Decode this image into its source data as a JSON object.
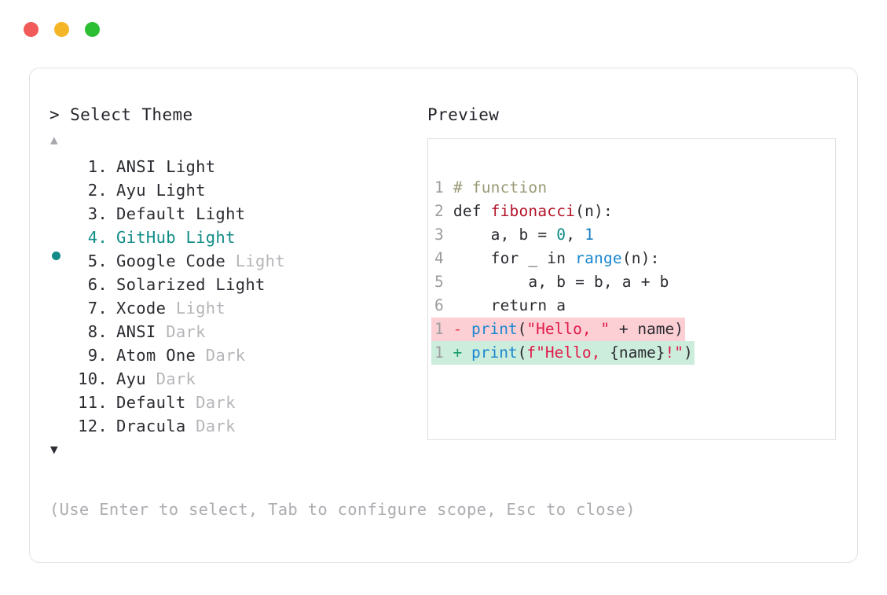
{
  "window": {
    "traffic_lights": [
      {
        "name": "close",
        "color": "#f05a58"
      },
      {
        "name": "minimize",
        "color": "#f4b526"
      },
      {
        "name": "maximize",
        "color": "#2cbe33"
      }
    ]
  },
  "left": {
    "prompt": "> Select Theme",
    "scroll_up_icon": "▲",
    "scroll_down_icon": "▼",
    "themes": [
      {
        "index": " 1.",
        "name": "ANSI",
        "suffix": " Light",
        "suffix_dim": false,
        "selected": false
      },
      {
        "index": " 2.",
        "name": "Ayu",
        "suffix": " Light",
        "suffix_dim": false,
        "selected": false
      },
      {
        "index": " 3.",
        "name": "Default",
        "suffix": " Light",
        "suffix_dim": false,
        "selected": false
      },
      {
        "index": " 4.",
        "name": "GitHub",
        "suffix": " Light",
        "suffix_dim": false,
        "selected": true
      },
      {
        "index": " 5.",
        "name": "Google Code",
        "suffix": " Light",
        "suffix_dim": true,
        "selected": false
      },
      {
        "index": " 6.",
        "name": "Solarized",
        "suffix": " Light",
        "suffix_dim": false,
        "selected": false
      },
      {
        "index": " 7.",
        "name": "Xcode",
        "suffix": " Light",
        "suffix_dim": true,
        "selected": false
      },
      {
        "index": " 8.",
        "name": "ANSI",
        "suffix": " Dark",
        "suffix_dim": true,
        "selected": false
      },
      {
        "index": " 9.",
        "name": "Atom One",
        "suffix": " Dark",
        "suffix_dim": true,
        "selected": false
      },
      {
        "index": "10.",
        "name": "Ayu",
        "suffix": " Dark",
        "suffix_dim": true,
        "selected": false
      },
      {
        "index": "11.",
        "name": "Default",
        "suffix": " Dark",
        "suffix_dim": true,
        "selected": false
      },
      {
        "index": "12.",
        "name": "Dracula",
        "suffix": " Dark",
        "suffix_dim": true,
        "selected": false
      }
    ]
  },
  "right": {
    "panel_title": "Preview",
    "code": {
      "lines": [
        {
          "no": "1",
          "text": "# function"
        },
        {
          "no": "2",
          "text": "def fibonacci(n):"
        },
        {
          "no": "3",
          "text": "    a, b = 0, 1"
        },
        {
          "no": "4",
          "text": "    for _ in range(n):"
        },
        {
          "no": "5",
          "text": "        a, b = b, a + b"
        },
        {
          "no": "6",
          "text": "    return a"
        }
      ],
      "diff": [
        {
          "no": "1",
          "marker": "-",
          "text": "print(\"Hello, \" + name)",
          "kind": "deletion"
        },
        {
          "no": "1",
          "marker": "+",
          "text": "print(f\"Hello, {name}!\")",
          "kind": "addition"
        }
      ],
      "tokens": {
        "comment": "# function",
        "keyword_def": "def",
        "function_name": "fibonacci",
        "numbers": [
          "0",
          "1"
        ],
        "builtin_range": "range",
        "keyword_for": "for",
        "keyword_in": "in",
        "keyword_return": "return",
        "builtin_print": "print",
        "string_del": "\"Hello, \"",
        "string_add_prefix": "f\"Hello, ",
        "string_add_suffix": "!\")"
      }
    },
    "colors": {
      "comment": "#9a9a77",
      "function": "#b3142a",
      "number": "#0d8b86",
      "builtin": "#1a87cf",
      "string": "#e01a4a",
      "diff_del_bg": "#fbcfd4",
      "diff_add_bg": "#cdeddc",
      "accent_teal": "#128c87"
    }
  },
  "footer": {
    "hint": "(Use Enter to select, Tab to configure scope, Esc to close)"
  }
}
